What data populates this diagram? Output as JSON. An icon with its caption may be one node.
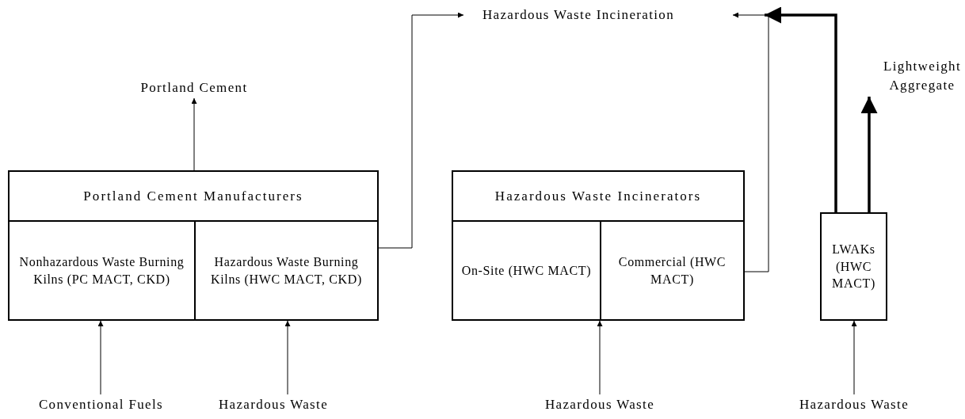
{
  "diagram": {
    "nodes": [
      {
        "text": [
          "Hazardous Waste Incineration"
        ]
      },
      {
        "text": [
          "Portland Cement"
        ]
      },
      {
        "text": [
          "Lightweight Aggregate"
        ]
      },
      {
        "text": [
          "Portland Cement Manufacturers"
        ]
      },
      {
        "text": [
          "Nonhazardous Waste Burning Kilns (PC MACT, CKD)"
        ],
        "in": 3
      },
      {
        "text": [
          "Hazardous Waste Burning Kilns (HWC MACT, CKD)"
        ],
        "in": 3
      },
      {
        "text": [
          "Hazardous Waste Incinerators"
        ]
      },
      {
        "text": [
          "On-Site (HWC MACT)"
        ],
        "in": 6
      },
      {
        "text": [
          "Commercial (HWC MACT)"
        ],
        "in": 6
      },
      {
        "text": [
          "LWAKs (HWC MACT)"
        ]
      },
      {
        "text": [
          "Conventional Fuels"
        ]
      },
      {
        "text": [
          "Hazardous Waste"
        ]
      },
      {
        "text": [
          "Hazardous Waste"
        ]
      },
      {
        "text": [
          "Hazardous Waste"
        ]
      }
    ],
    "edges": [
      {
        "from": 3,
        "to": 1,
        "arrow": "to"
      },
      {
        "from": 5,
        "to": 0,
        "arrow": "to"
      },
      {
        "from": 8,
        "to": 0,
        "arrow": "to"
      },
      {
        "from": 9,
        "to": 0,
        "arrow": "to",
        "style": "thick"
      },
      {
        "from": 9,
        "to": 2,
        "arrow": "to",
        "style": "thick"
      },
      {
        "from": 10,
        "to": 4,
        "arrow": "to"
      },
      {
        "from": 11,
        "to": 5,
        "arrow": "to"
      },
      {
        "from": 12,
        "to": 6,
        "arrow": "to"
      },
      {
        "from": 13,
        "to": 9,
        "arrow": "to"
      }
    ]
  }
}
